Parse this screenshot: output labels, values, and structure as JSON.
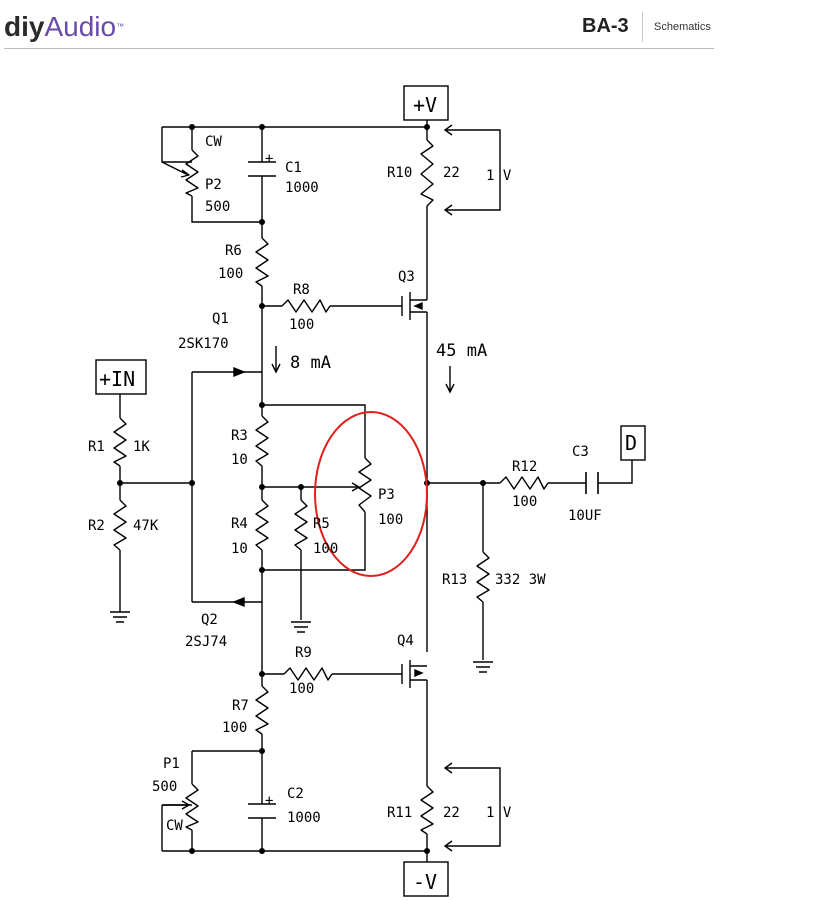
{
  "header": {
    "logo_main": "diy",
    "logo_accent": "Audio",
    "logo_tm": "™",
    "doc_id": "BA-3",
    "section": "Schematics"
  },
  "rails": {
    "pos": "+V",
    "neg": "-V"
  },
  "terminals": {
    "input": "+IN",
    "output": "D"
  },
  "components": {
    "R1": {
      "name": "R1",
      "value": "1K"
    },
    "R2": {
      "name": "R2",
      "value": "47K"
    },
    "R3": {
      "name": "R3",
      "value": "10"
    },
    "R4": {
      "name": "R4",
      "value": "10"
    },
    "R5": {
      "name": "R5",
      "value": "100"
    },
    "R6": {
      "name": "R6",
      "value": "100"
    },
    "R7": {
      "name": "R7",
      "value": "100"
    },
    "R8": {
      "name": "R8",
      "value": "100"
    },
    "R9": {
      "name": "R9",
      "value": "100"
    },
    "R10": {
      "name": "R10",
      "value": "22"
    },
    "R11": {
      "name": "R11",
      "value": "22"
    },
    "R12": {
      "name": "R12",
      "value": "100"
    },
    "R13": {
      "name": "R13",
      "value": "332 3W"
    },
    "P1": {
      "name": "P1",
      "value": "500",
      "wiper": "CW"
    },
    "P2": {
      "name": "P2",
      "value": "500",
      "wiper": "CW"
    },
    "P3": {
      "name": "P3",
      "value": "100"
    },
    "C1": {
      "name": "C1",
      "value": "1000",
      "polarity": "+"
    },
    "C2": {
      "name": "C2",
      "value": "1000",
      "polarity": "+"
    },
    "C3": {
      "name": "C3",
      "value": "10UF"
    },
    "Q1": {
      "name": "Q1",
      "part": "2SK170"
    },
    "Q2": {
      "name": "Q2",
      "part": "2SJ74"
    },
    "Q3": {
      "name": "Q3"
    },
    "Q4": {
      "name": "Q4"
    }
  },
  "annotations": {
    "front_current": "8 mA",
    "output_current": "45 mA",
    "r10_drop": "1 V",
    "r11_drop": "1 V"
  },
  "highlight_color": "#e0201c"
}
